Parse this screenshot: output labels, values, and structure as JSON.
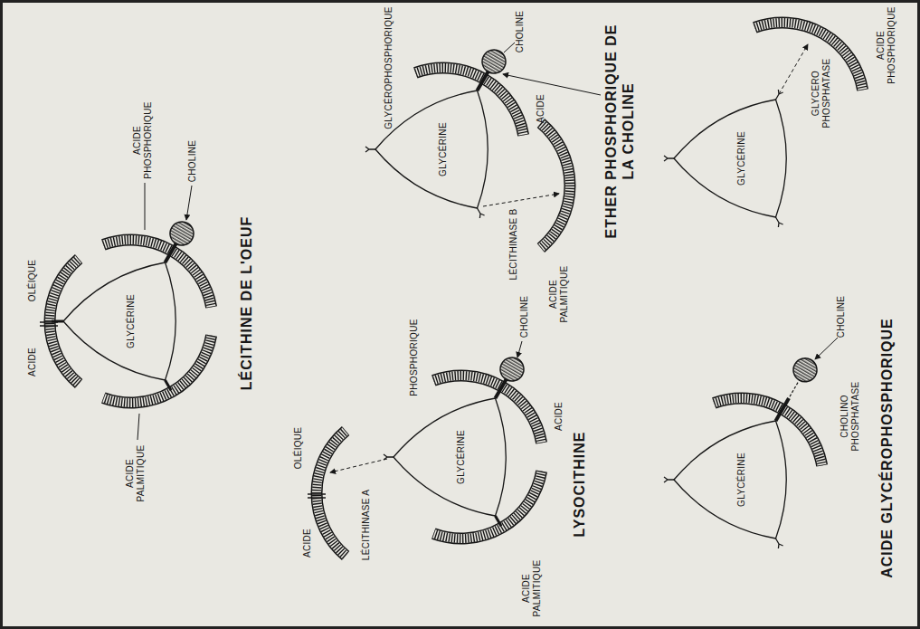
{
  "diagram": {
    "nodes": [
      {
        "text": [
          "GLYCÉRINE"
        ]
      },
      {
        "text": [
          "GLYCÉRINE"
        ]
      },
      {
        "text": [
          "GLYCÉRINE"
        ]
      },
      {
        "text": [
          "GLYCÉRINE"
        ]
      },
      {
        "text": [
          "GLYCÉRINE"
        ]
      }
    ],
    "labels": [
      "ACIDE",
      "OLÉIQUE",
      "ACIDE PHOSPHORIQUE",
      "CHOLINE",
      "ACIDE PALMITIQUE",
      "LÉCITHINE DE L'OEUF",
      "ACIDE",
      "OLÉIQUE",
      "LÉCITHINASE A",
      "PHOSPHORIQUE",
      "CHOLINE",
      "ACIDE",
      "ACIDE PALMITIQUE",
      "LYSOCITHINE",
      "GLYCÉROPHOSPHORIQUE",
      "CHOLINE",
      "ACIDE",
      "LÉCITHINASE B",
      "ACIDE PALMITIQUE",
      "ETHER PHOSPHORIQUE DE LA CHOLINE",
      "GLYCERO PHOSPHATASE",
      "ACIDE PHOSPHORIQUE",
      "CHOLINE",
      "CHOLINO PHOSPHATASE",
      "ACIDE GLYCÉROPHOSPHORIQUE"
    ]
  }
}
